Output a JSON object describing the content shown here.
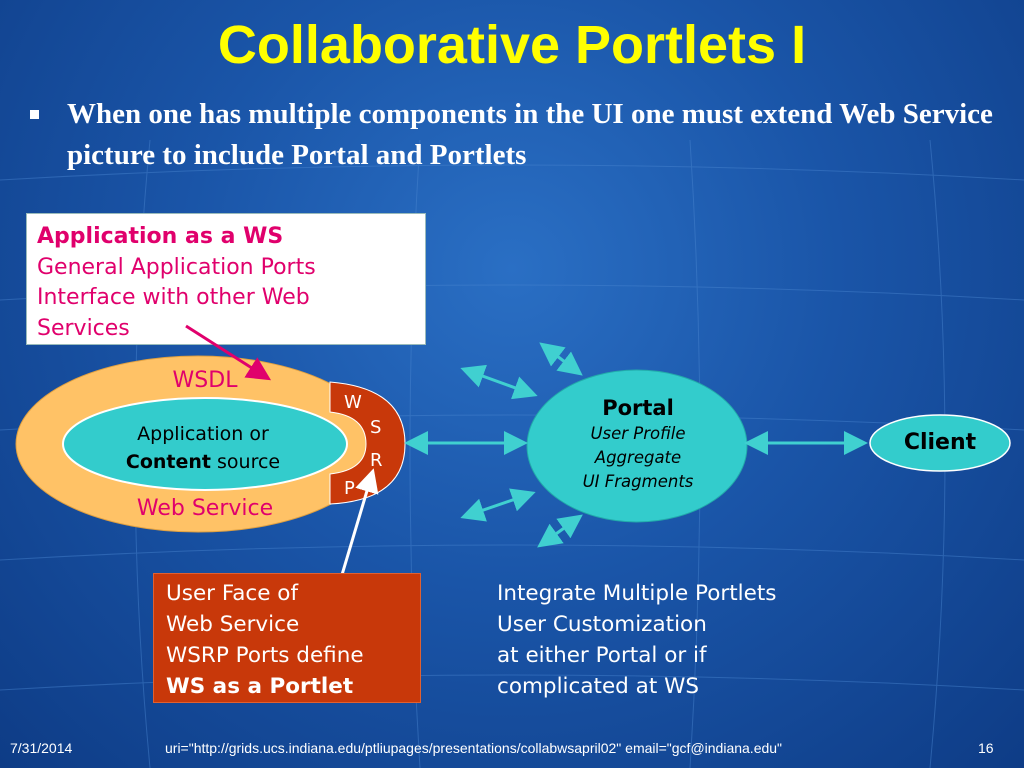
{
  "slide": {
    "title": "Collaborative Portlets I",
    "bullet": "When one has multiple components in the UI one must extend Web Service picture to include Portal and Portlets"
  },
  "app_box": {
    "heading": "Application as a WS",
    "lines": [
      "General Application Ports",
      "Interface with other Web",
      "Services"
    ]
  },
  "diagram": {
    "wsdl_label": "WSDL",
    "web_service_label": "Web Service",
    "app_line1": "Application or",
    "app_content_bold": "Content",
    "app_content_rest": " source",
    "wsrp_letters": [
      "W",
      "S",
      "R",
      "P"
    ],
    "portal_title": "Portal",
    "portal_lines": [
      "User Profile",
      "Aggregate",
      "UI Fragments"
    ],
    "client_label": "Client"
  },
  "user_face": {
    "lines": [
      "User Face of",
      "Web Service",
      "WSRP Ports define"
    ],
    "bold_line": "WS as a Portlet"
  },
  "integrate": {
    "lines": [
      "Integrate Multiple Portlets",
      "User Customization",
      "at either Portal or if",
      "complicated at WS"
    ]
  },
  "footer": {
    "date": "7/31/2014",
    "uri": "uri=\"http://grids.ucs.indiana.edu/ptliupages/presentations/collabwsapril02\" email=\"gcf@indiana.edu\"",
    "page": "16"
  },
  "colors": {
    "title": "#ffff00",
    "magenta_text": "#e0006c",
    "orange_ellipse": "#ffc266",
    "teal": "#33cccc",
    "wsrp_red": "#c8380a",
    "arrow_teal": "#40d0d0"
  }
}
